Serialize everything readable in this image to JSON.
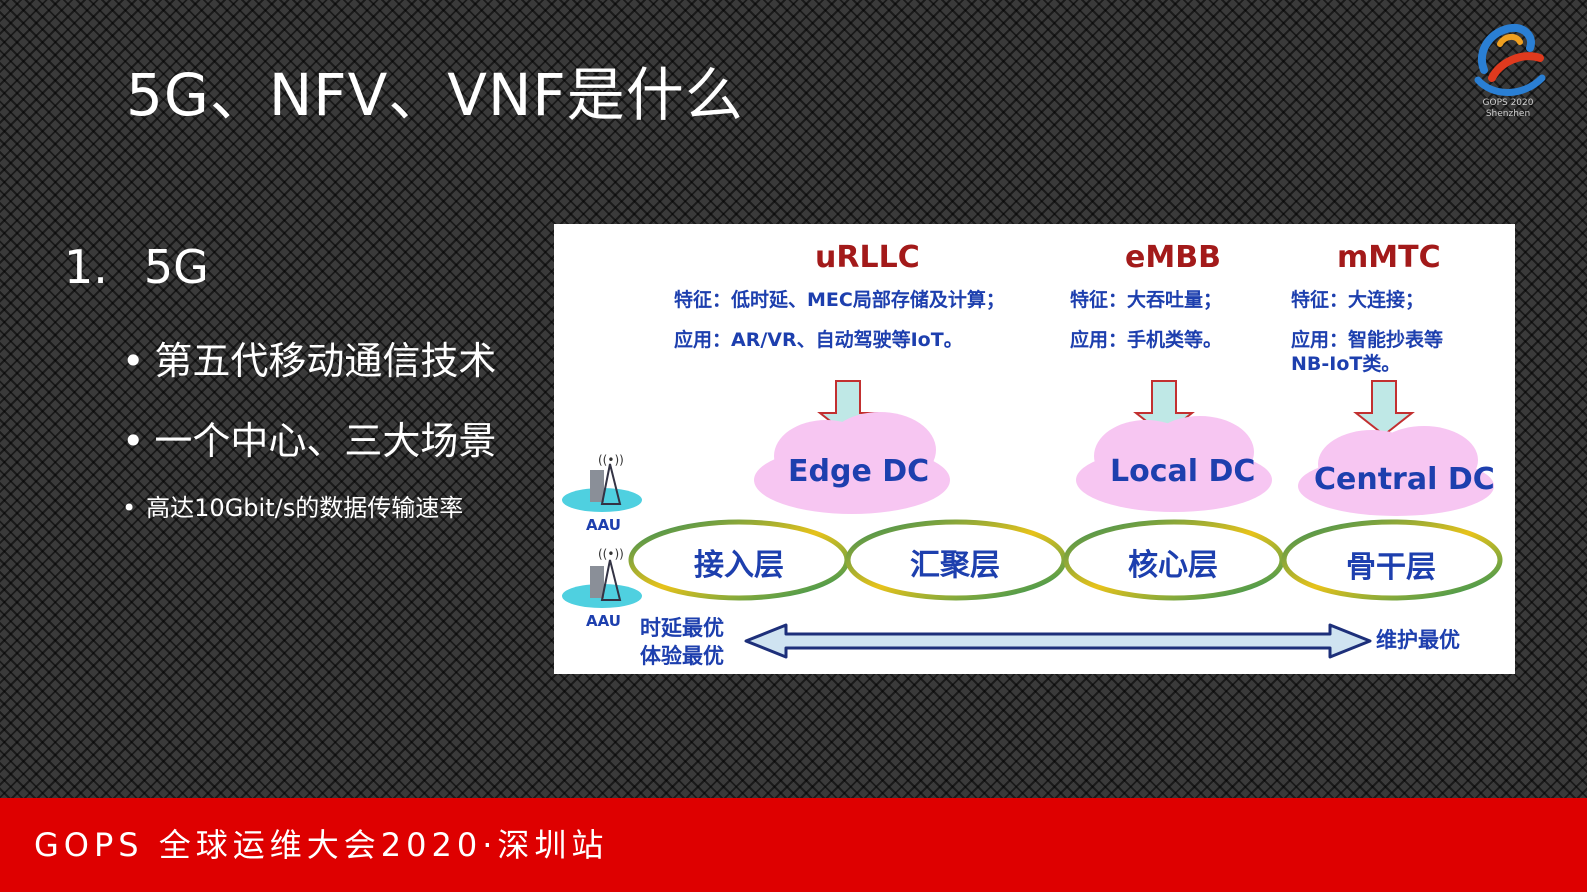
{
  "slide": {
    "title": "5G、NFV、VNF是什么",
    "heading_number": "1.",
    "heading_text": "5G",
    "bullets": [
      "第五代移动通信技术",
      "一个中心、三大场景",
      "高达10Gbit/s的数据传输速率"
    ],
    "bullet_marker": "•"
  },
  "logo": {
    "caption_line1": "GOPS 2020",
    "caption_line2": "Shenzhen"
  },
  "diagram": {
    "scenarios": [
      {
        "name": "uRLLC",
        "feature": "特征：低时延、MEC局部存储及计算；",
        "application": "应用：AR/VR、自动驾驶等IoT。",
        "dc": "Edge DC"
      },
      {
        "name": "eMBB",
        "feature": "特征：大吞吐量；",
        "application": "应用：手机类等。",
        "dc": "Local DC"
      },
      {
        "name": "mMTC",
        "feature": "特征：大连接；",
        "application": "应用：智能抄表等\nNB-IoT类。",
        "dc": "Central DC"
      }
    ],
    "layers": [
      "接入层",
      "汇聚层",
      "核心层",
      "骨干层"
    ],
    "aau_labels": [
      "AAU",
      "AAU"
    ],
    "axis_left_line1": "时延最优",
    "axis_left_line2": "体验最优",
    "axis_right": "维护最优",
    "colors": {
      "scenario": "#a31a1a",
      "text": "#1d3fae",
      "cloud": "#f7c6f2",
      "arrow": "#bfe8e6"
    }
  },
  "footer": {
    "text": "GOPS 全球运维大会2020·深圳站",
    "color": "#de0000"
  }
}
